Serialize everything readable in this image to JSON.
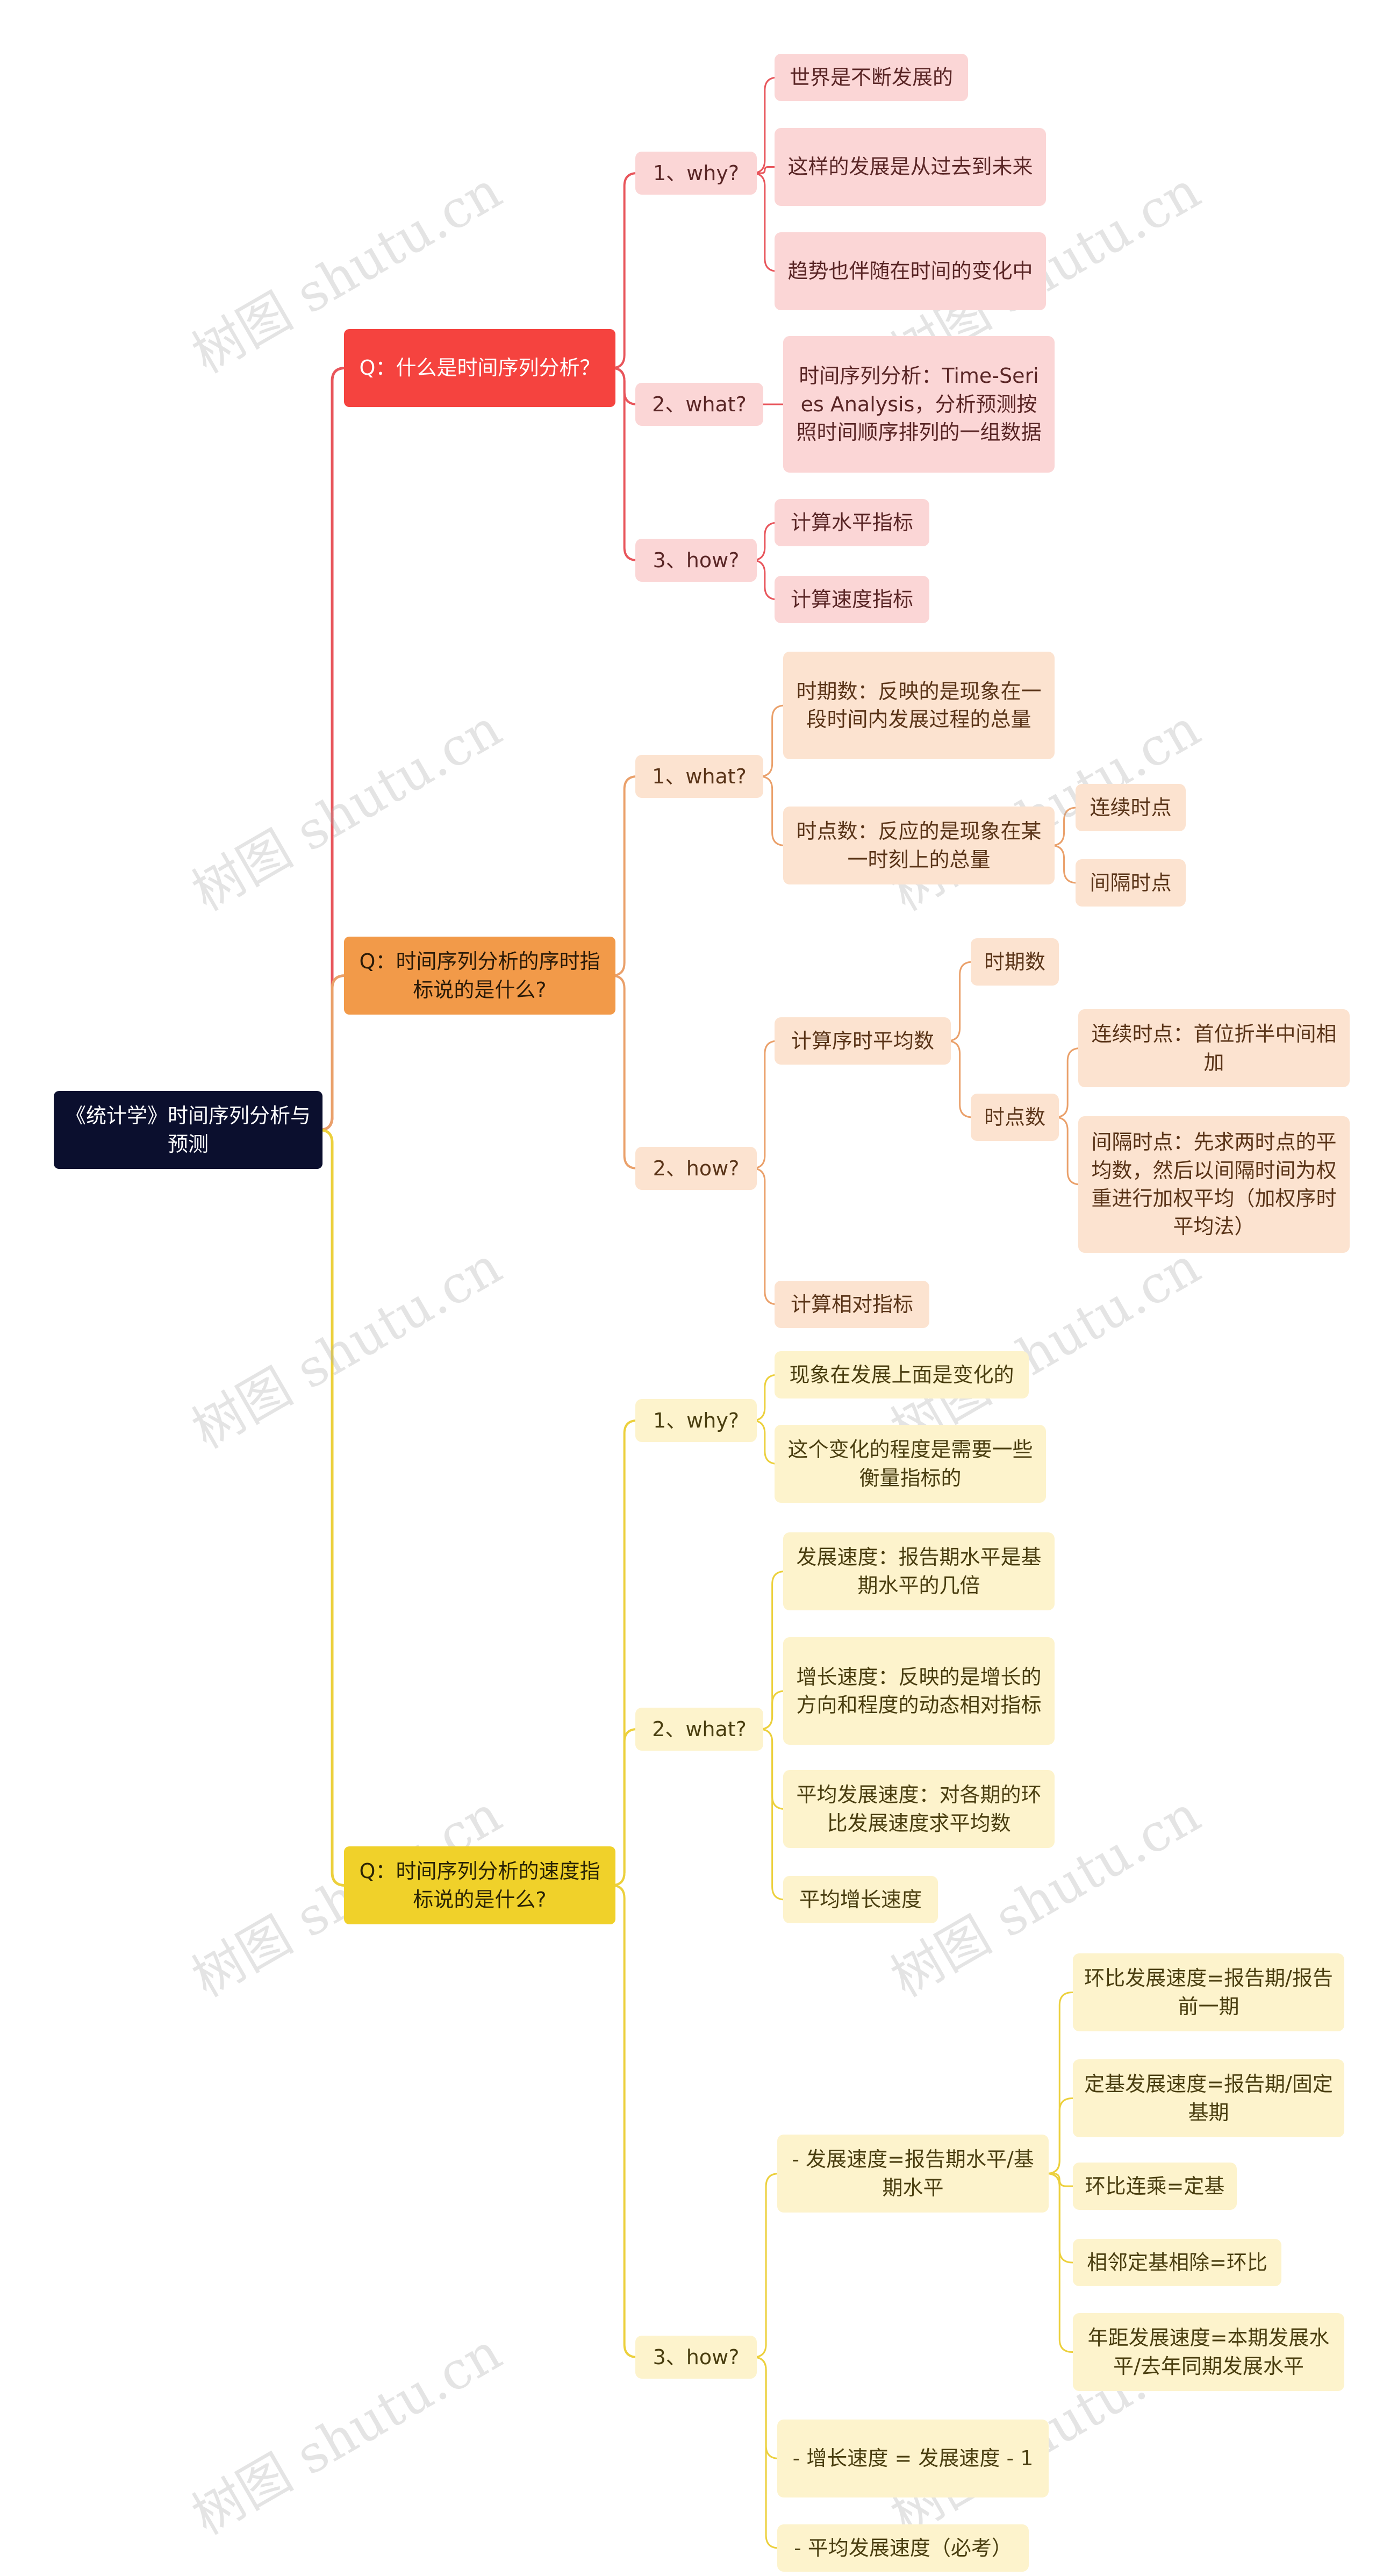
{
  "watermark": "树图 shutu.cn",
  "root": "《统计学》时间序列分析与预测",
  "branches": {
    "b1": {
      "title": "Q：什么是时间序列分析？",
      "why": "1、why?",
      "why_items": [
        "世界是不断发展的",
        "这样的发展是从过去到未来",
        "趋势也伴随在时间的变化中"
      ],
      "what": "2、what?",
      "what_items": [
        "时间序列分析：Time-Series Analysis，分析预测按照时间顺序排列的一组数据"
      ],
      "how": "3、how?",
      "how_items": [
        "计算水平指标",
        "计算速度指标"
      ]
    },
    "b2": {
      "title": "Q：时间序列分析的序时指标说的是什么?",
      "what": "1、what?",
      "what_items": [
        "时期数：反映的是现象在一段时间内发展过程的总量",
        "时点数：反应的是现象在某一时刻上的总量"
      ],
      "point_items": [
        "连续时点",
        "间隔时点"
      ],
      "how": "2、how?",
      "how_items": [
        "计算序时平均数",
        "计算相对指标"
      ],
      "avg_items": [
        "时期数",
        "时点数"
      ],
      "point_avg_items": [
        "连续时点：首位折半中间相加",
        "间隔时点：先求两时点的平均数，然后以间隔时间为权重进行加权平均（加权序时平均法）"
      ]
    },
    "b3": {
      "title": "Q：时间序列分析的速度指标说的是什么?",
      "why": "1、why?",
      "why_items": [
        "现象在发展上面是变化的",
        "这个变化的程度是需要一些衡量指标的"
      ],
      "what": "2、what?",
      "what_items": [
        "发展速度：报告期水平是基期水平的几倍",
        "增长速度：反映的是增长的方向和程度的动态相对指标",
        "平均发展速度：对各期的环比发展速度求平均数",
        "平均增长速度"
      ],
      "how": "3、how?",
      "how_items": [
        "- 发展速度=报告期水平/基期水平",
        "- 增长速度 = 发展速度 - 1",
        "- 平均发展速度（必考）"
      ],
      "dev_items": [
        "环比发展速度=报告期/报告前一期",
        "定基发展速度=报告期/固定基期",
        "环比连乘=定基",
        "相邻定基相除=环比",
        "年距发展速度=本期发展水平/去年同期发展水平"
      ]
    }
  },
  "colors": {
    "root": "#0b0f2e",
    "red": "#f5433f",
    "red_line": "#e8555b",
    "orange": "#f29a49",
    "orange_line": "#eaa06a",
    "yellow": "#f0d12a",
    "yellow_line": "#ecd03c"
  }
}
